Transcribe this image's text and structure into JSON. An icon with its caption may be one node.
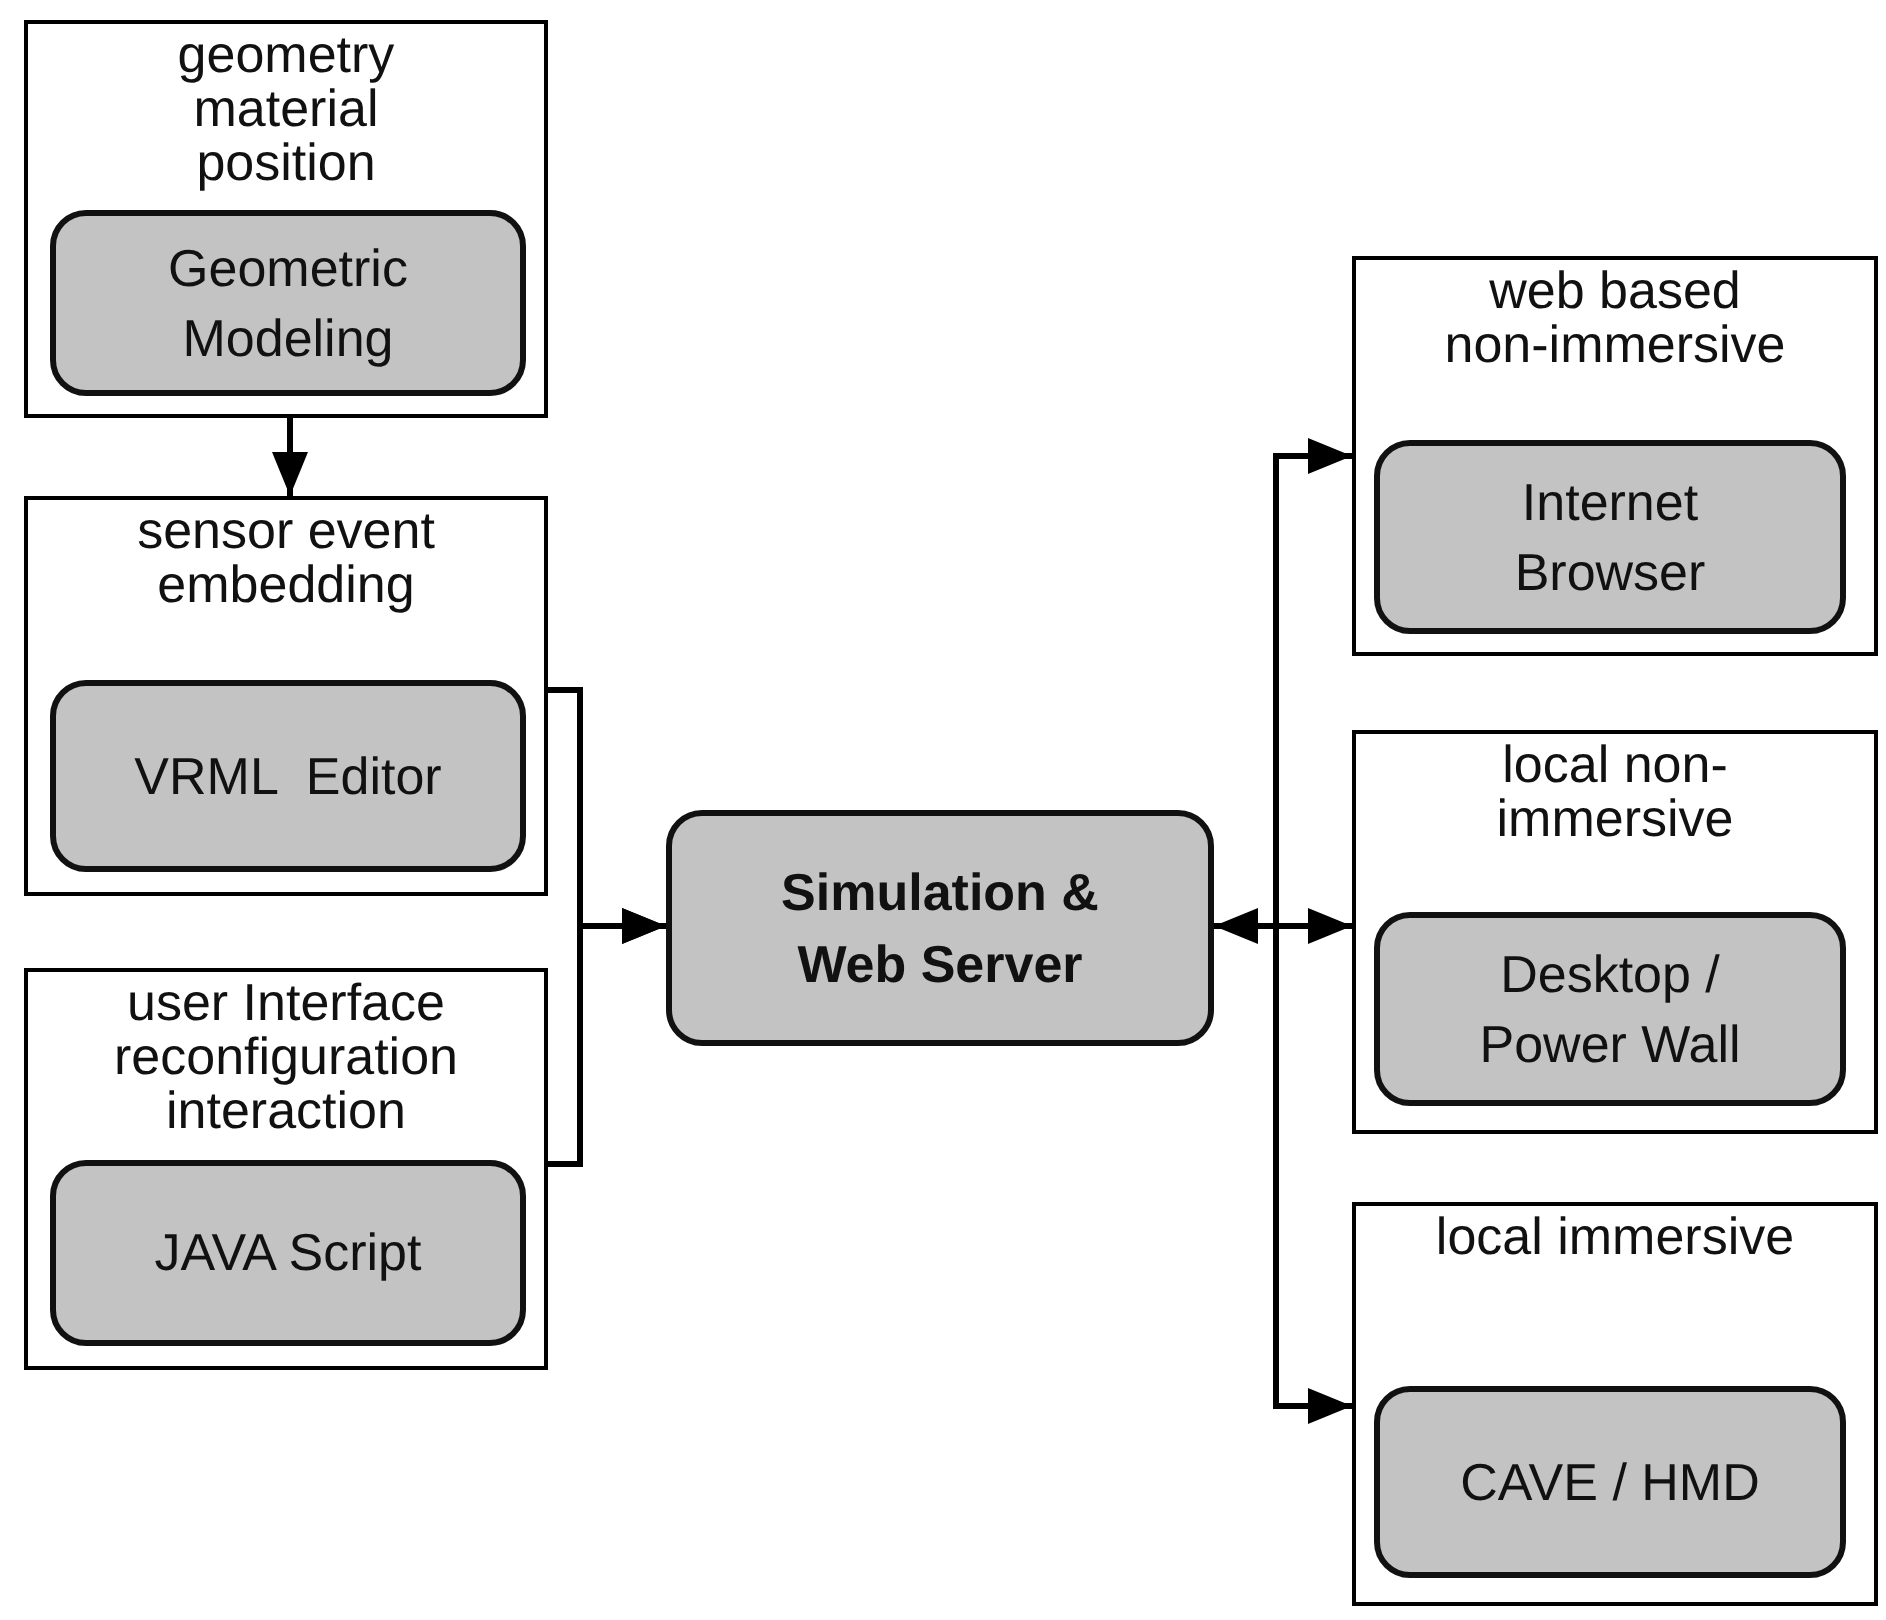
{
  "diagram": {
    "nodes": [
      {
        "text": [
          "geometry material position"
        ]
      },
      {
        "text": [
          "Geometric Modeling"
        ],
        "in": 0
      },
      {
        "text": [
          "sensor event embedding"
        ]
      },
      {
        "text": [
          "VRML  Editor"
        ],
        "in": 2
      },
      {
        "text": [
          "user Interface reconfiguration interaction"
        ]
      },
      {
        "text": [
          "JAVA Script"
        ],
        "in": 4
      },
      {
        "text": [
          "Simulation & Web Server"
        ]
      },
      {
        "text": [
          "web based non-immersive"
        ]
      },
      {
        "text": [
          "Internet Browser"
        ],
        "in": 7
      },
      {
        "text": [
          "local non-immersive"
        ]
      },
      {
        "text": [
          "Desktop / Power Wall"
        ],
        "in": 9
      },
      {
        "text": [
          "local immersive"
        ]
      },
      {
        "text": [
          "CAVE / HMD"
        ],
        "in": 11
      }
    ],
    "edges": [
      {
        "from": 0,
        "to": 2,
        "arrow": "to"
      },
      {
        "from": 2,
        "to": 6,
        "arrow": "to"
      },
      {
        "from": 4,
        "to": 6,
        "arrow": "to"
      },
      {
        "from": 6,
        "to": 7,
        "arrow": "to"
      },
      {
        "from": 6,
        "to": 9,
        "arrow": "both"
      },
      {
        "from": 6,
        "to": 11,
        "arrow": "to"
      }
    ]
  }
}
